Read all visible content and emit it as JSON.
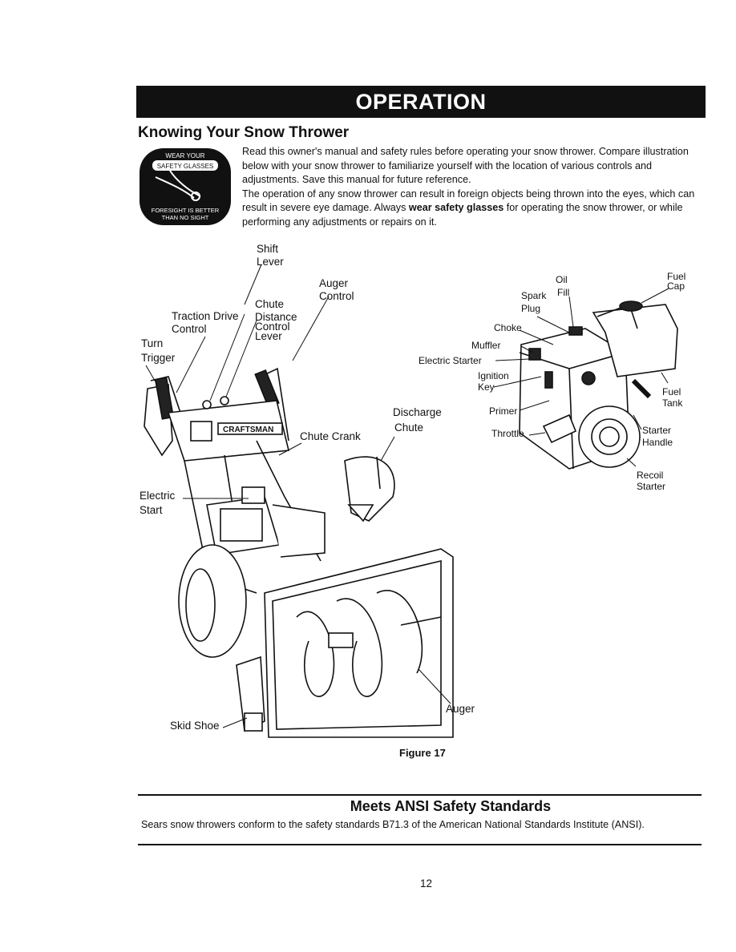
{
  "header": {
    "banner": "OPERATION"
  },
  "section": {
    "title": "Knowing Your Snow Thrower",
    "badge": {
      "top": "WEAR YOUR",
      "middle": "SAFETY GLASSES",
      "bottom_1": "FORESIGHT IS BETTER",
      "bottom_2": "THAN NO SIGHT"
    },
    "paragraph_1": "Read this owner's manual  and safety rules before operating your snow thrower. Compare illustration below with your snow thrower to familiarize yourself with the location of various controls and adjustments. Save this manual for future reference.",
    "paragraph_2_start": "The operation of any snow thrower can result in foreign objects being thrown into the eyes, which can result in severe eye damage. Always ",
    "paragraph_2_bold": "wear  safety glasses",
    "paragraph_2_end": " for operating the snow thrower, or while performing any adjustments or repairs on it."
  },
  "figure": {
    "brand": "CRAFTSMAN",
    "labels": {
      "shift_lever_1": "Shift",
      "shift_lever_2": "Lever",
      "auger_control_1": "Auger",
      "auger_control_2": "Control",
      "chute_distance_1": "Chute",
      "chute_distance_2": "Distance",
      "chute_distance_3": "Control",
      "chute_distance_4": "Lever",
      "traction_1": "Traction Drive",
      "traction_2": "Control",
      "turn_trigger_1": "Turn",
      "turn_trigger_2": "Trigger",
      "chute_crank": "Chute Crank",
      "discharge_1": "Discharge",
      "discharge_2": "Chute",
      "electric_start_1": "Electric",
      "electric_start_2": "Start",
      "skid_shoe": "Skid Shoe",
      "auger": "Auger",
      "oil_fill_1": "Oil",
      "oil_fill_2": "Fill",
      "fuel_cap_1": "Fuel",
      "fuel_cap_2": "Cap",
      "spark_plug_1": "Spark",
      "spark_plug_2": "Plug",
      "choke": "Choke",
      "muffler": "Muffler",
      "electric_starter": "Electric Starter",
      "ignition_key_1": "Ignition",
      "ignition_key_2": "Key",
      "fuel_tank_1": "Fuel",
      "fuel_tank_2": "Tank",
      "primer": "Primer",
      "throttle": "Throttle",
      "starter_handle_1": "Starter",
      "starter_handle_2": "Handle",
      "recoil_starter_1": "Recoil",
      "recoil_starter_2": "Starter"
    },
    "caption": "Figure 17"
  },
  "standards": {
    "title": "Meets ANSI Safety Standards",
    "body": "Sears snow throwers conform to the safety standards B71.3 of the American National Standards Institute (ANSI)."
  },
  "footer": {
    "page_number": "12"
  }
}
